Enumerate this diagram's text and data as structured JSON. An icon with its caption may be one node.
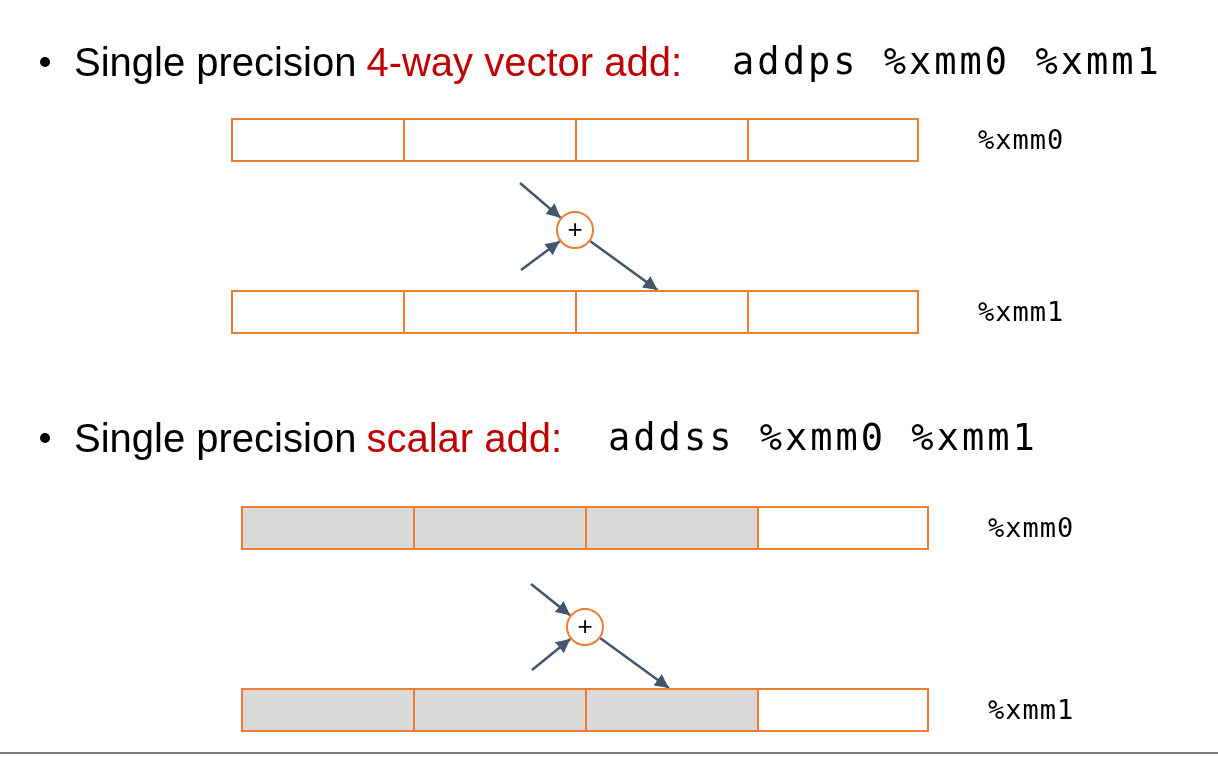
{
  "diagram": {
    "nodes": [
      {
        "text": [],
        "shape": "box"
      },
      {
        "text": [],
        "shape": "box"
      },
      {
        "text": [],
        "shape": "box"
      },
      {
        "text": [],
        "shape": "box"
      },
      {
        "text": [
          "+"
        ]
      },
      {
        "text": [],
        "shape": "box"
      },
      {
        "text": [],
        "shape": "box"
      },
      {
        "text": [],
        "shape": "box"
      },
      {
        "text": [],
        "shape": "box"
      },
      {
        "text": [],
        "shape": "box"
      },
      {
        "text": [],
        "shape": "box"
      },
      {
        "text": [],
        "shape": "box"
      },
      {
        "text": [],
        "shape": "box"
      },
      {
        "text": [
          "+"
        ]
      },
      {
        "text": [],
        "shape": "box"
      },
      {
        "text": [],
        "shape": "box"
      },
      {
        "text": [],
        "shape": "box"
      },
      {
        "text": [],
        "shape": "box"
      }
    ],
    "edges": [
      {
        "from": null,
        "to": 4,
        "arrow": "to"
      },
      {
        "from": null,
        "to": 4,
        "arrow": "to"
      },
      {
        "from": 4,
        "to": 7,
        "arrow": "to"
      },
      {
        "from": null,
        "to": 13,
        "arrow": "to"
      },
      {
        "from": null,
        "to": 13,
        "arrow": "to"
      },
      {
        "from": 13,
        "to": 16,
        "arrow": "to"
      }
    ],
    "labels": [
      "Single precision",
      "4-way vector add:",
      "addps %xmm0 %xmm1",
      "%xmm0",
      "%xmm1",
      "Single precision",
      "scalar add:",
      "addss %xmm0 %xmm1",
      "%xmm0",
      "%xmm1"
    ]
  }
}
